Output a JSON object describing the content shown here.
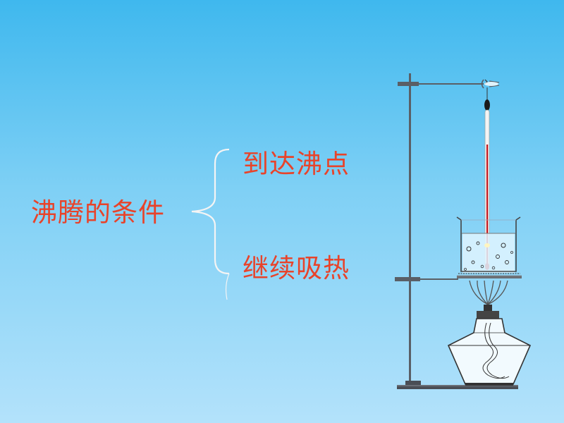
{
  "slide": {
    "background_top": "#3fb8ee",
    "background_bottom": "#b3e2fb",
    "text_color": "#e8432a"
  },
  "labels": {
    "main": "沸腾的条件",
    "condition_1": "到达沸点",
    "condition_2": "继续吸热"
  },
  "diagram": {
    "icons": [
      "brace-icon",
      "iron-stand-icon",
      "clamp-icon",
      "thermometer-icon",
      "beaker-icon",
      "wire-gauze-icon",
      "alcohol-lamp-icon"
    ],
    "colors": {
      "metal": "#5a5f66",
      "thermometer_liquid": "#c4161c",
      "glass": "#dff4ff"
    }
  }
}
